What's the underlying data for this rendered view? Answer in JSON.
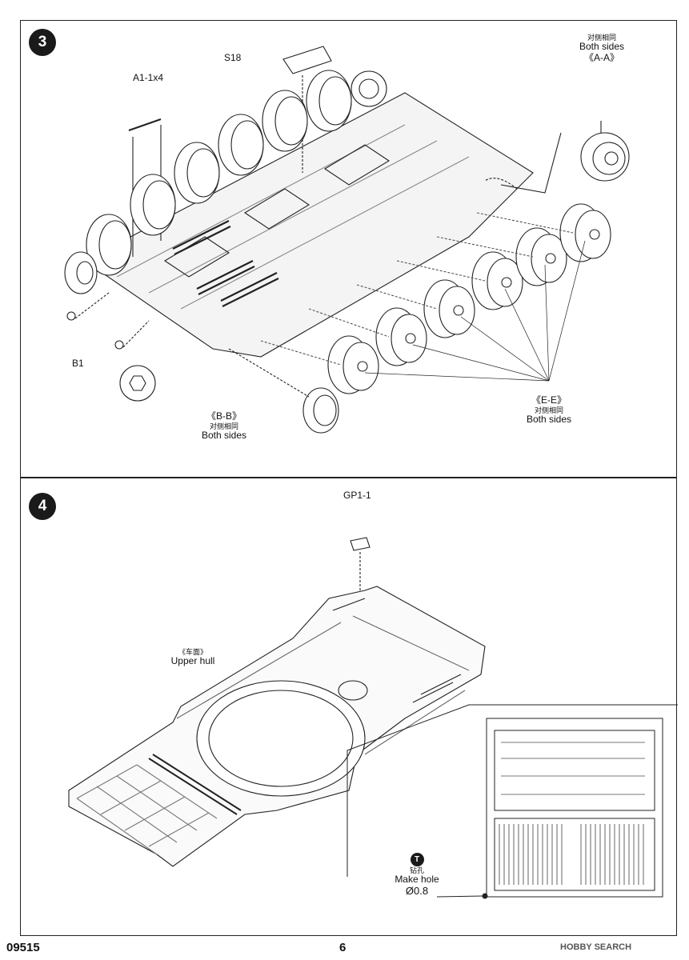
{
  "step3": {
    "number": "3",
    "part_s18": "S18",
    "part_a1": "A1-1x4",
    "part_b1": "B1",
    "label_aa": {
      "cn": "对侧相同",
      "en": "Both sides",
      "ref": "《A-A》"
    },
    "label_bb": {
      "ref": "《B-B》",
      "cn": "对侧相同",
      "en": "Both sides"
    },
    "label_ee": {
      "ref": "《E-E》",
      "cn": "对侧相同",
      "en": "Both sides"
    }
  },
  "step4": {
    "number": "4",
    "part_gp": "GP1-1",
    "upper_hull": {
      "cn": "《车面》",
      "en": "Upper hull"
    },
    "drill": {
      "icon": "drill-icon",
      "glyph": "T",
      "cn": "钻孔",
      "en": "Make hole",
      "size": "Ø0.8"
    }
  },
  "footer": {
    "code": "09515",
    "page": "6"
  },
  "watermark": "HOBBY SEARCH"
}
